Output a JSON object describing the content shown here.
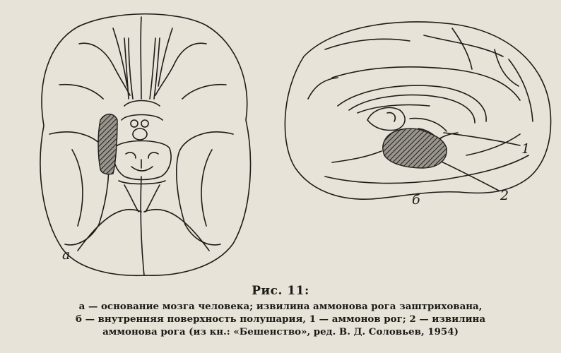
{
  "figure": {
    "labels": {
      "panel_a": "а",
      "panel_b": "б",
      "marker_1": "1",
      "marker_2": "2"
    },
    "caption": {
      "title": "Рис. 11:",
      "lines": [
        "а — основание мозга человека; извилина аммонова рога заштрихована,",
        "б — внутренняя поверхность полушария, 1 — аммонов рог; 2 — извилина",
        "аммонова рога (из кн.: «Бешенство», ред. В. Д. Соловьев, 1954)"
      ]
    }
  }
}
